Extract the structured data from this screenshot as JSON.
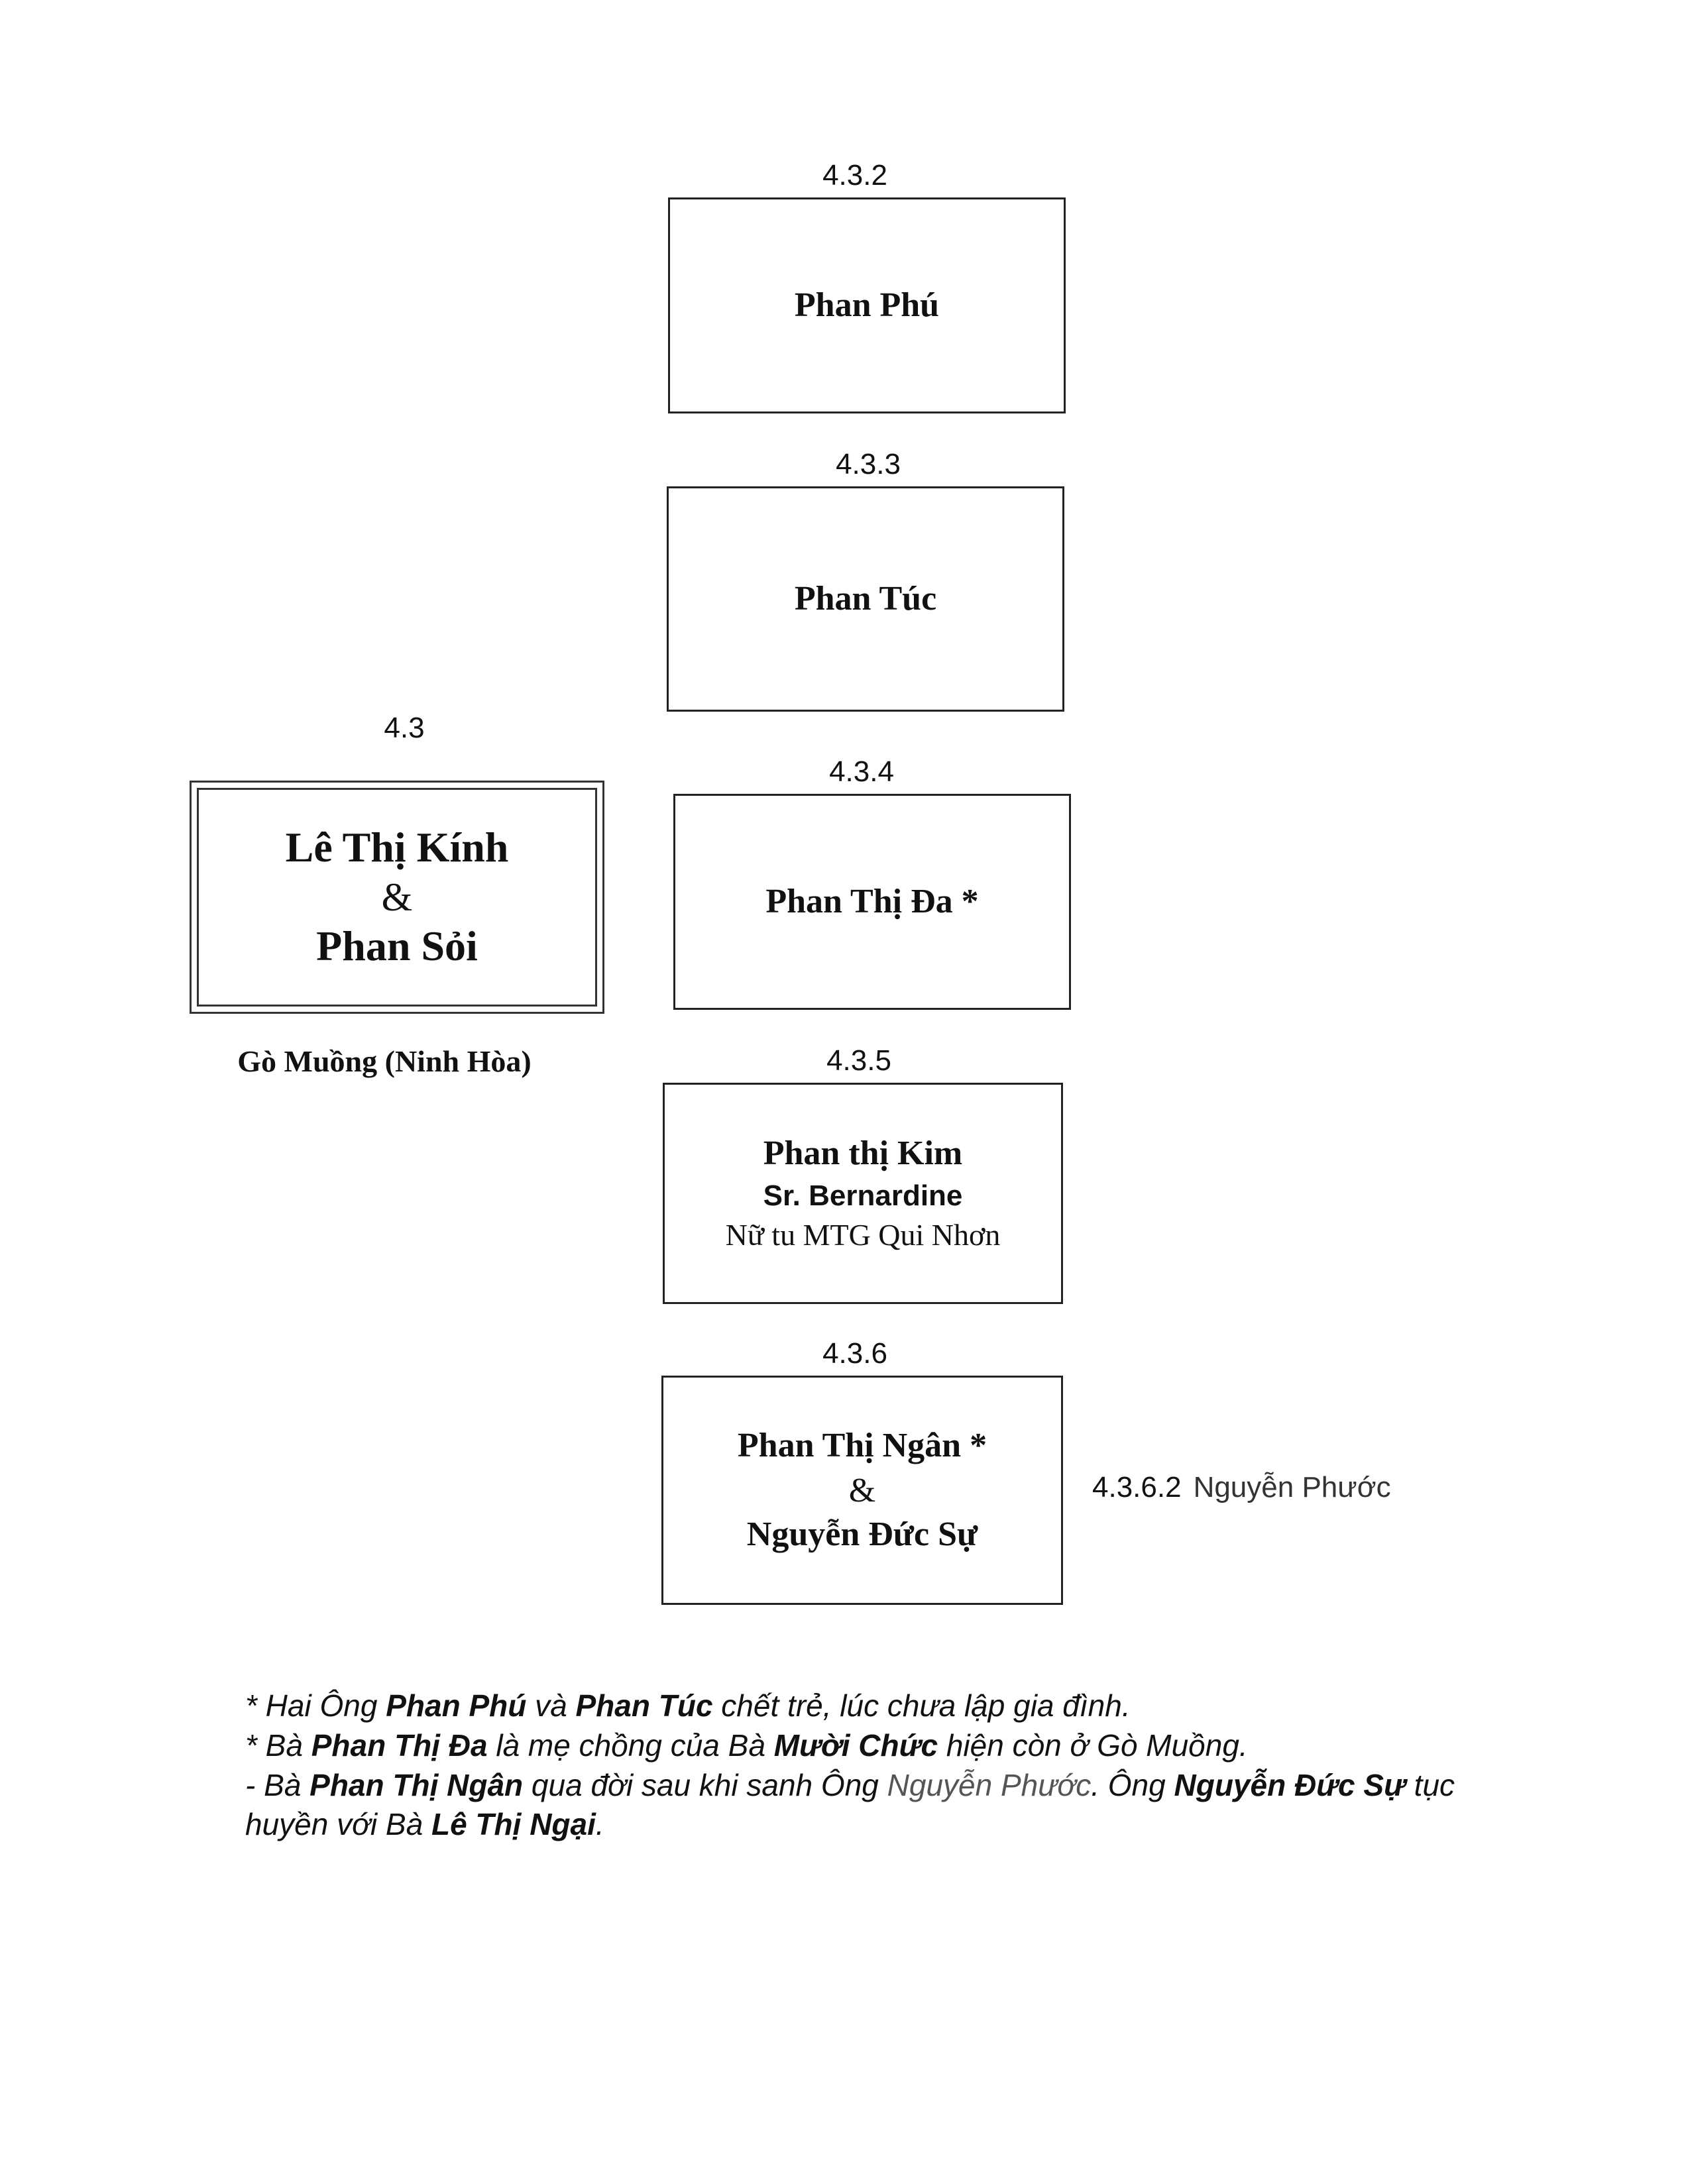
{
  "nodes": {
    "n432": {
      "id": "4.3.2",
      "name": "Phan Phú"
    },
    "n433": {
      "id": "4.3.3",
      "name": "Phan Túc"
    },
    "n434": {
      "id": "4.3.4",
      "name": "Phan Thị Đa *"
    },
    "n435": {
      "id": "4.3.5",
      "name": "Phan thị Kim",
      "religious_name": "Sr. Bernardine",
      "note": "Nữ tu MTG Qui Nhơn"
    },
    "n436": {
      "id": "4.3.6",
      "name": "Phan Thị Ngân *",
      "amp": "&",
      "spouse": "Nguyễn Đức Sự"
    }
  },
  "root": {
    "id": "4.3",
    "name": "Lê Thị Kính",
    "amp": "&",
    "spouse": "Phan Sỏi",
    "place": "Gò Muồng (Ninh Hòa)"
  },
  "child_note": {
    "id": "4.3.6.2",
    "name": "Nguyễn Phước"
  },
  "notes": {
    "line1": {
      "a": "* Hai Ông ",
      "b": "Phan Phú",
      "c": " và ",
      "d": "Phan Túc",
      "e": " chết trẻ, lúc chưa lập gia đình."
    },
    "line2": {
      "a": "* Bà ",
      "b": "Phan Thị Đa",
      "c": " là mẹ chồng của Bà ",
      "d": "Mười Chức",
      "e": " hiện còn ở Gò Muồng."
    },
    "line3": {
      "a": "- Bà ",
      "b": "Phan Thị Ngân",
      "c": " qua đời sau khi sanh Ông ",
      "d": "Nguyễn Phước",
      "e": ". Ông ",
      "f": "Nguyễn Đức Sự",
      "g": " tục huyền với Bà ",
      "h": "Lê Thị Ngại",
      "i": "."
    }
  }
}
